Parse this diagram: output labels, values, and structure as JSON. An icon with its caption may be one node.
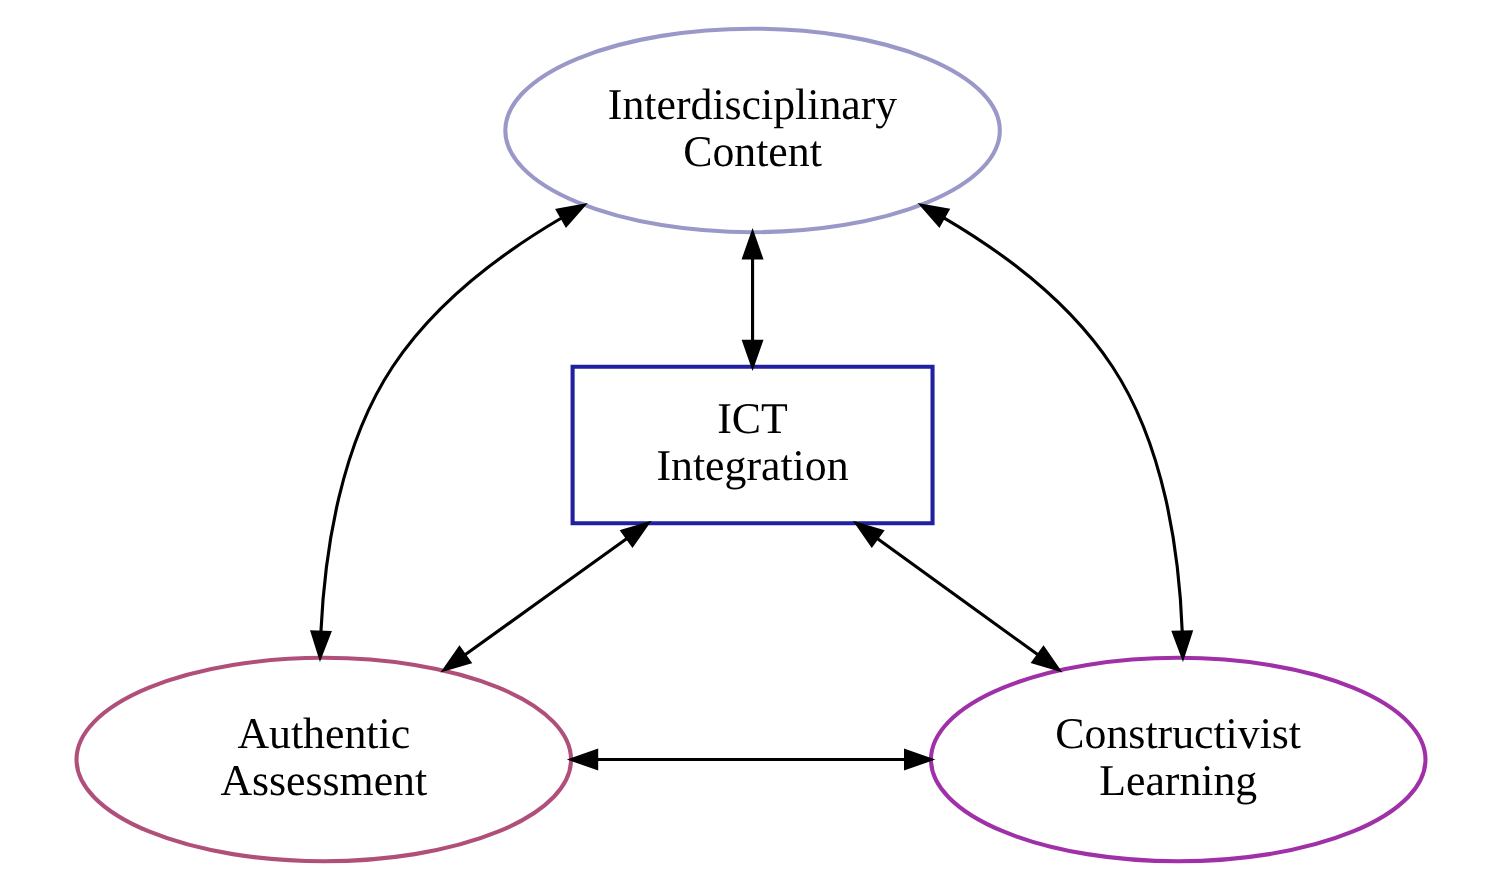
{
  "diagram": {
    "nodes": [
      {
        "text": [
          "Interdisciplinary Content"
        ]
      },
      {
        "text": [
          "ICT Integration"
        ]
      },
      {
        "text": [
          "Authentic Assessment"
        ]
      },
      {
        "text": [
          "Constructivist Learning"
        ]
      }
    ],
    "edges": [
      {
        "from": 0,
        "to": 2,
        "arrow": "both"
      },
      {
        "from": 0,
        "to": 1,
        "arrow": "both"
      },
      {
        "from": 0,
        "to": 3,
        "arrow": "both"
      },
      {
        "from": 1,
        "to": 2,
        "arrow": "both"
      },
      {
        "from": 1,
        "to": 3,
        "arrow": "both"
      },
      {
        "from": 2,
        "to": 3,
        "arrow": "both"
      }
    ]
  }
}
